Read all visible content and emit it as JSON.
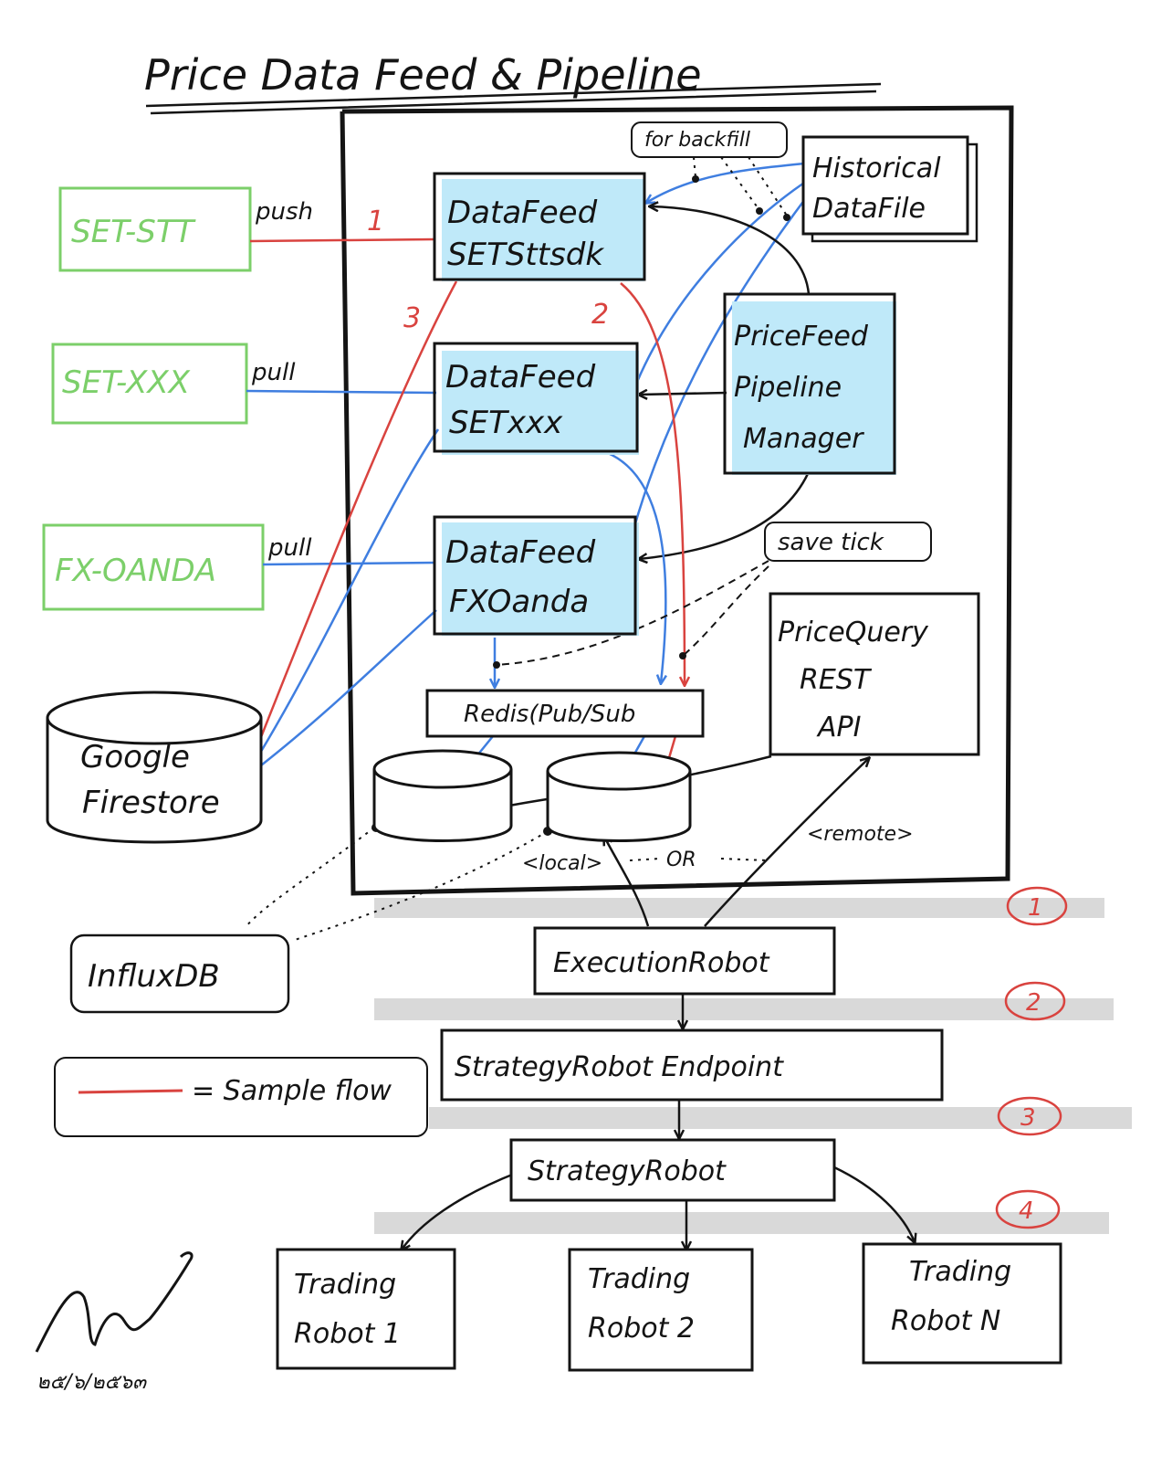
{
  "title": "Price Data Feed & Pipeline",
  "sources": {
    "set_stt": "SET-STT",
    "set_xxx": "SET-XXX",
    "fx_oanda": "FX-OANDA"
  },
  "source_labels": {
    "push": "push",
    "pull1": "pull",
    "pull2": "pull"
  },
  "step_numbers": {
    "one": "1",
    "two": "2",
    "three": "3"
  },
  "feeds": {
    "settt": {
      "line1": "DataFeed",
      "line2": "SETSttsdk"
    },
    "setxxx": {
      "line1": "DataFeed",
      "line2": "SETxxx"
    },
    "fxoanda": {
      "line1": "DataFeed",
      "line2": "FXOanda"
    }
  },
  "historical": {
    "line1": "Historical",
    "line2": "DataFile"
  },
  "backfill": "for backfill",
  "manager": {
    "line1": "PriceFeed",
    "line2": "Pipeline",
    "line3": "Manager"
  },
  "save_tick": "save tick",
  "rest_api": {
    "line1": "PriceQuery",
    "line2": "REST",
    "line3": "API"
  },
  "redis": "Redis(Pub/Sub",
  "firestore": {
    "line1": "Google",
    "line2": "Firestore"
  },
  "influx": "InfluxDB",
  "local": "<local>",
  "or": "OR",
  "remote": "<remote>",
  "execution_robot": "ExecutionRobot",
  "strategy_endpoint": "StrategyRobot Endpoint",
  "strategy_robot": "StrategyRobot",
  "trading": {
    "r1": {
      "line1": "Trading",
      "line2": "Robot 1"
    },
    "r2": {
      "line1": "Trading",
      "line2": "Robot 2"
    },
    "rn": {
      "line1": "Trading",
      "line2": "Robot N"
    }
  },
  "legend": "= Sample flow",
  "circled": [
    "1",
    "2",
    "3",
    "4"
  ],
  "signature_date": "๒๕/๖/๒๕๖๓",
  "colors": {
    "ink": "#141414",
    "green": "#7ccf6a",
    "red": "#d9433f",
    "blue": "#3f7ee0",
    "feed_fill": "#bfe9f9",
    "shadow": "#d9d9d9"
  }
}
